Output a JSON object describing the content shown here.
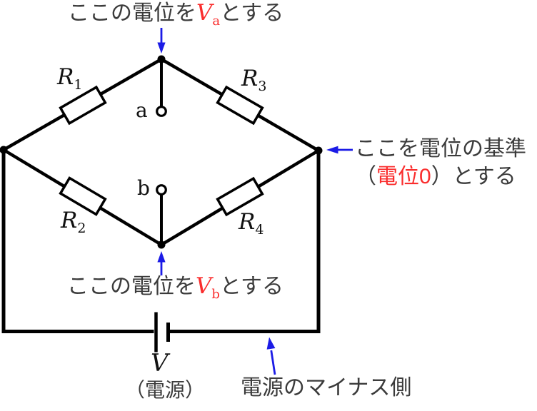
{
  "colors": {
    "annotation_text": "#3b3b3b",
    "math_text": "#111111",
    "highlight_red": "#fa2d2d",
    "arrow_blue": "#1b1be6",
    "wire_black": "#000000"
  },
  "annotations": {
    "top_potential": {
      "prefix": "ここの電位を",
      "variable": "V",
      "subscript": "a",
      "suffix": "とする"
    },
    "bottom_potential": {
      "prefix": "ここの電位を",
      "variable": "V",
      "subscript": "b",
      "suffix": "とする"
    },
    "reference": {
      "line1": "ここを電位の基準",
      "line2_open": "（",
      "line2_highlight": "電位0",
      "line2_close": "）とする"
    },
    "minus_side": {
      "label": "電源のマイナス側"
    }
  },
  "circuit": {
    "resistors": [
      {
        "symbol": "R",
        "subscript": "1"
      },
      {
        "symbol": "R",
        "subscript": "2"
      },
      {
        "symbol": "R",
        "subscript": "3"
      },
      {
        "symbol": "R",
        "subscript": "4"
      }
    ],
    "terminals": {
      "a": "a",
      "b": "b"
    },
    "battery": {
      "symbol": "V",
      "caption": "（電源）"
    }
  }
}
